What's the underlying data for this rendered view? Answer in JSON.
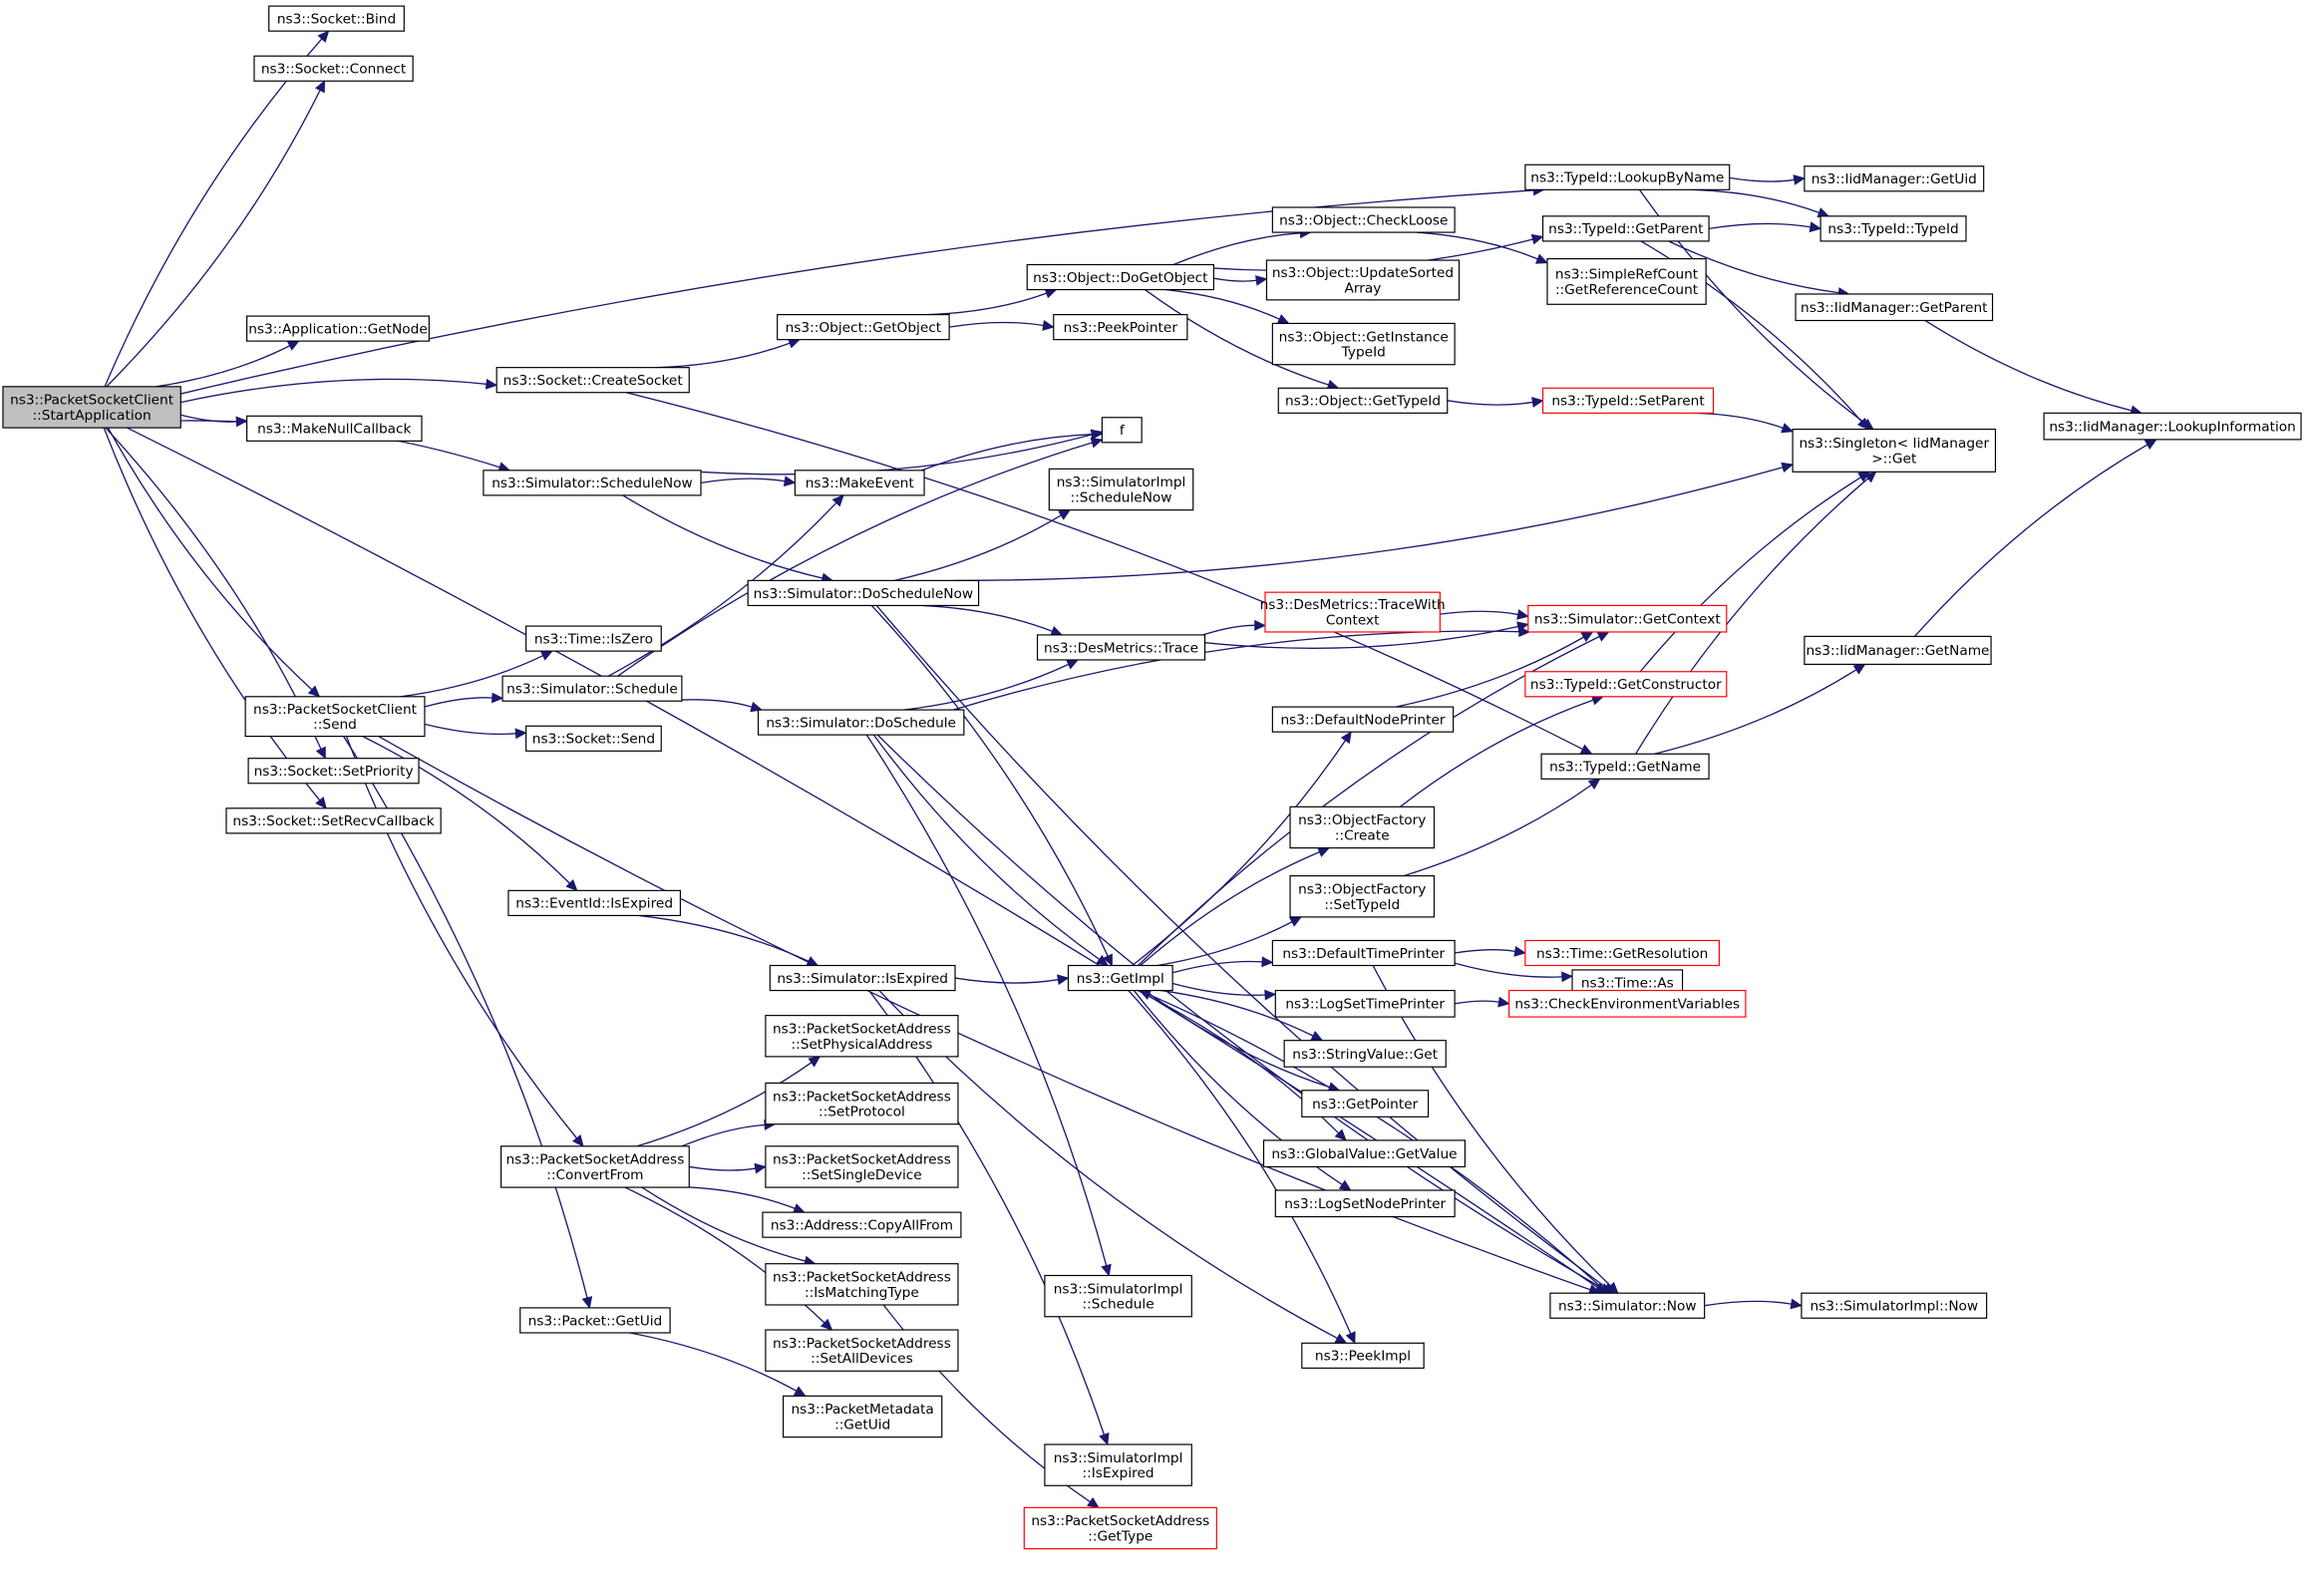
{
  "title": "Call graph of ns3::PacketSocketClient::StartApplication",
  "colors": {
    "edge": "#191970",
    "root_fill": "#bfbfbf",
    "border": "#000000",
    "truncated_border": "#ff0000"
  },
  "nodes": [
    {
      "id": "root",
      "lines": [
        "ns3::PacketSocketClient",
        "::StartApplication"
      ],
      "style": "root"
    },
    {
      "id": "bind",
      "lines": [
        "ns3::Socket::Bind"
      ]
    },
    {
      "id": "connect",
      "lines": [
        "ns3::Socket::Connect"
      ]
    },
    {
      "id": "getnode",
      "lines": [
        "ns3::Application::GetNode"
      ]
    },
    {
      "id": "makenull",
      "lines": [
        "ns3::MakeNullCallback"
      ]
    },
    {
      "id": "createsocket",
      "lines": [
        "ns3::Socket::CreateSocket"
      ]
    },
    {
      "id": "schednow",
      "lines": [
        "ns3::Simulator::ScheduleNow"
      ]
    },
    {
      "id": "makeevent",
      "lines": [
        "ns3::MakeEvent"
      ]
    },
    {
      "id": "f",
      "lines": [
        "f"
      ]
    },
    {
      "id": "getobject",
      "lines": [
        "ns3::Object::GetObject"
      ]
    },
    {
      "id": "peekpointer",
      "lines": [
        "ns3::PeekPointer"
      ]
    },
    {
      "id": "dogetobject",
      "lines": [
        "ns3::Object::DoGetObject"
      ]
    },
    {
      "id": "checkloose",
      "lines": [
        "ns3::Object::CheckLoose"
      ]
    },
    {
      "id": "updatesorted",
      "lines": [
        "ns3::Object::UpdateSorted",
        "Array"
      ]
    },
    {
      "id": "getinstancetypeid",
      "lines": [
        "ns3::Object::GetInstance",
        "TypeId"
      ]
    },
    {
      "id": "objgettypeid",
      "lines": [
        "ns3::Object::GetTypeId"
      ]
    },
    {
      "id": "setparent",
      "lines": [
        "ns3::TypeId::SetParent"
      ],
      "style": "red"
    },
    {
      "id": "lookupbyname",
      "lines": [
        "ns3::TypeId::LookupByName"
      ]
    },
    {
      "id": "tgetparent",
      "lines": [
        "ns3::TypeId::GetParent"
      ]
    },
    {
      "id": "refcount",
      "lines": [
        "ns3::SimpleRefCount",
        "::GetReferenceCount"
      ]
    },
    {
      "id": "iidgetuid",
      "lines": [
        "ns3::IidManager::GetUid"
      ]
    },
    {
      "id": "typeidctor",
      "lines": [
        "ns3::TypeId::TypeId"
      ]
    },
    {
      "id": "iidgetparent",
      "lines": [
        "ns3::IidManager::GetParent"
      ]
    },
    {
      "id": "singleton",
      "lines": [
        "ns3::Singleton< IidManager",
        "  >::Get"
      ]
    },
    {
      "id": "lookupinfo",
      "lines": [
        "ns3::IidManager::LookupInformation"
      ]
    },
    {
      "id": "implschednow",
      "lines": [
        "ns3::SimulatorImpl",
        "::ScheduleNow"
      ]
    },
    {
      "id": "doschednow",
      "lines": [
        "ns3::Simulator::DoScheduleNow"
      ]
    },
    {
      "id": "trace",
      "lines": [
        "ns3::DesMetrics::Trace"
      ]
    },
    {
      "id": "tracewith",
      "lines": [
        "ns3::DesMetrics::TraceWith",
        "Context"
      ],
      "style": "red"
    },
    {
      "id": "getcontext",
      "lines": [
        "ns3::Simulator::GetContext"
      ],
      "style": "red"
    },
    {
      "id": "getconstructor",
      "lines": [
        "ns3::TypeId::GetConstructor"
      ],
      "style": "red"
    },
    {
      "id": "defnodeprinter",
      "lines": [
        "ns3::DefaultNodePrinter"
      ]
    },
    {
      "id": "iidgetname",
      "lines": [
        "ns3::IidManager::GetName"
      ]
    },
    {
      "id": "tgetname",
      "lines": [
        "ns3::TypeId::GetName"
      ]
    },
    {
      "id": "iszero",
      "lines": [
        "ns3::Time::IsZero"
      ]
    },
    {
      "id": "schedule",
      "lines": [
        "ns3::Simulator::Schedule"
      ]
    },
    {
      "id": "send",
      "lines": [
        "ns3::PacketSocketClient",
        "::Send"
      ]
    },
    {
      "id": "socksend",
      "lines": [
        "ns3::Socket::Send"
      ]
    },
    {
      "id": "setpriority",
      "lines": [
        "ns3::Socket::SetPriority"
      ]
    },
    {
      "id": "setrecv",
      "lines": [
        "ns3::Socket::SetRecvCallback"
      ]
    },
    {
      "id": "doschedule",
      "lines": [
        "ns3::Simulator::DoSchedule"
      ]
    },
    {
      "id": "ofcreate",
      "lines": [
        "ns3::ObjectFactory",
        "::Create"
      ]
    },
    {
      "id": "ofsettypeid",
      "lines": [
        "ns3::ObjectFactory",
        "::SetTypeId"
      ]
    },
    {
      "id": "eventexpired",
      "lines": [
        "ns3::EventId::IsExpired"
      ]
    },
    {
      "id": "simexpired",
      "lines": [
        "ns3::Simulator::IsExpired"
      ]
    },
    {
      "id": "getimpl",
      "lines": [
        "ns3::GetImpl"
      ]
    },
    {
      "id": "deftimeprinter",
      "lines": [
        "ns3::DefaultTimePrinter"
      ]
    },
    {
      "id": "logsettime",
      "lines": [
        "ns3::LogSetTimePrinter"
      ]
    },
    {
      "id": "stringget",
      "lines": [
        "ns3::StringValue::Get"
      ]
    },
    {
      "id": "getpointer",
      "lines": [
        "ns3::GetPointer"
      ]
    },
    {
      "id": "globalget",
      "lines": [
        "ns3::GlobalValue::GetValue"
      ]
    },
    {
      "id": "logsetnode",
      "lines": [
        "ns3::LogSetNodePrinter"
      ]
    },
    {
      "id": "timeas",
      "lines": [
        "ns3::Time::As"
      ]
    },
    {
      "id": "getres",
      "lines": [
        "ns3::Time::GetResolution"
      ],
      "style": "red"
    },
    {
      "id": "checkenv",
      "lines": [
        "ns3::CheckEnvironmentVariables"
      ],
      "style": "red"
    },
    {
      "id": "setphys",
      "lines": [
        "ns3::PacketSocketAddress",
        "::SetPhysicalAddress"
      ]
    },
    {
      "id": "setproto",
      "lines": [
        "ns3::PacketSocketAddress",
        "::SetProtocol"
      ]
    },
    {
      "id": "convertfrom",
      "lines": [
        "ns3::PacketSocketAddress",
        "::ConvertFrom"
      ]
    },
    {
      "id": "setsingle",
      "lines": [
        "ns3::PacketSocketAddress",
        "::SetSingleDevice"
      ]
    },
    {
      "id": "copyall",
      "lines": [
        "ns3::Address::CopyAllFrom"
      ]
    },
    {
      "id": "ismatching",
      "lines": [
        "ns3::PacketSocketAddress",
        "::IsMatchingType"
      ]
    },
    {
      "id": "setalldev",
      "lines": [
        "ns3::PacketSocketAddress",
        "::SetAllDevices"
      ]
    },
    {
      "id": "pktgetuid",
      "lines": [
        "ns3::Packet::GetUid"
      ]
    },
    {
      "id": "metagetuid",
      "lines": [
        "ns3::PacketMetadata",
        "::GetUid"
      ]
    },
    {
      "id": "implschedule",
      "lines": [
        "ns3::SimulatorImpl",
        "::Schedule"
      ]
    },
    {
      "id": "simnow",
      "lines": [
        "ns3::Simulator::Now"
      ]
    },
    {
      "id": "implnow",
      "lines": [
        "ns3::SimulatorImpl::Now"
      ]
    },
    {
      "id": "peekimpl",
      "lines": [
        "ns3::PeekImpl"
      ]
    },
    {
      "id": "implexpired",
      "lines": [
        "ns3::SimulatorImpl",
        "::IsExpired"
      ]
    },
    {
      "id": "gettype",
      "lines": [
        "ns3::PacketSocketAddress",
        "::GetType"
      ],
      "style": "red"
    }
  ],
  "edges": [
    [
      "root",
      "bind"
    ],
    [
      "root",
      "connect"
    ],
    [
      "root",
      "lookupbyname"
    ],
    [
      "root",
      "getnode"
    ],
    [
      "root",
      "createsocket"
    ],
    [
      "root",
      "makenull"
    ],
    [
      "root",
      "schednow"
    ],
    [
      "root",
      "send"
    ],
    [
      "root",
      "setpriority"
    ],
    [
      "root",
      "setrecv"
    ],
    [
      "root",
      "simnow"
    ],
    [
      "createsocket",
      "getobject"
    ],
    [
      "createsocket",
      "tgetname"
    ],
    [
      "getobject",
      "dogetobject"
    ],
    [
      "getobject",
      "peekpointer"
    ],
    [
      "dogetobject",
      "tgetparent"
    ],
    [
      "dogetobject",
      "checkloose"
    ],
    [
      "dogetobject",
      "updatesorted"
    ],
    [
      "dogetobject",
      "getinstancetypeid"
    ],
    [
      "dogetobject",
      "objgettypeid"
    ],
    [
      "checkloose",
      "refcount"
    ],
    [
      "objgettypeid",
      "setparent"
    ],
    [
      "setparent",
      "singleton"
    ],
    [
      "lookupbyname",
      "iidgetuid"
    ],
    [
      "lookupbyname",
      "typeidctor"
    ],
    [
      "lookupbyname",
      "singleton"
    ],
    [
      "tgetparent",
      "typeidctor"
    ],
    [
      "tgetparent",
      "iidgetparent"
    ],
    [
      "tgetparent",
      "singleton"
    ],
    [
      "iidgetparent",
      "lookupinfo"
    ],
    [
      "iidgetname",
      "lookupinfo"
    ],
    [
      "schednow",
      "f"
    ],
    [
      "schednow",
      "makeevent"
    ],
    [
      "schednow",
      "doschednow"
    ],
    [
      "makeevent",
      "f"
    ],
    [
      "doschednow",
      "implschednow"
    ],
    [
      "doschednow",
      "trace"
    ],
    [
      "doschednow",
      "singleton"
    ],
    [
      "doschednow",
      "getimpl"
    ],
    [
      "doschednow",
      "simnow"
    ],
    [
      "trace",
      "tracewith"
    ],
    [
      "trace",
      "getcontext"
    ],
    [
      "tracewith",
      "getcontext"
    ],
    [
      "send",
      "iszero"
    ],
    [
      "send",
      "schedule"
    ],
    [
      "send",
      "socksend"
    ],
    [
      "send",
      "eventexpired"
    ],
    [
      "send",
      "convertfrom"
    ],
    [
      "send",
      "pktgetuid"
    ],
    [
      "send",
      "simnow"
    ],
    [
      "schedule",
      "f"
    ],
    [
      "schedule",
      "makeevent"
    ],
    [
      "schedule",
      "doschedule"
    ],
    [
      "doschedule",
      "trace"
    ],
    [
      "doschedule",
      "getcontext"
    ],
    [
      "doschedule",
      "getimpl"
    ],
    [
      "doschedule",
      "implschedule"
    ],
    [
      "doschedule",
      "simnow"
    ],
    [
      "eventexpired",
      "simexpired"
    ],
    [
      "simexpired",
      "getimpl"
    ],
    [
      "simexpired",
      "implexpired"
    ],
    [
      "simexpired",
      "peekimpl"
    ],
    [
      "getimpl",
      "getcontext"
    ],
    [
      "getimpl",
      "defnodeprinter"
    ],
    [
      "getimpl",
      "ofcreate"
    ],
    [
      "getimpl",
      "ofsettypeid"
    ],
    [
      "getimpl",
      "deftimeprinter"
    ],
    [
      "getimpl",
      "logsettime"
    ],
    [
      "getimpl",
      "stringget"
    ],
    [
      "getimpl",
      "getpointer"
    ],
    [
      "getimpl",
      "globalget"
    ],
    [
      "getimpl",
      "logsetnode"
    ],
    [
      "getimpl",
      "peekimpl"
    ],
    [
      "defnodeprinter",
      "getcontext"
    ],
    [
      "ofcreate",
      "getconstructor"
    ],
    [
      "ofsettypeid",
      "tgetname"
    ],
    [
      "getconstructor",
      "singleton"
    ],
    [
      "tgetname",
      "iidgetname"
    ],
    [
      "tgetname",
      "singleton"
    ],
    [
      "deftimeprinter",
      "timeas"
    ],
    [
      "deftimeprinter",
      "getres"
    ],
    [
      "deftimeprinter",
      "simnow"
    ],
    [
      "logsettime",
      "checkenv"
    ],
    [
      "simnow",
      "getimpl"
    ],
    [
      "simnow",
      "implnow"
    ],
    [
      "convertfrom",
      "setphys"
    ],
    [
      "convertfrom",
      "setproto"
    ],
    [
      "convertfrom",
      "setsingle"
    ],
    [
      "convertfrom",
      "copyall"
    ],
    [
      "convertfrom",
      "ismatching"
    ],
    [
      "convertfrom",
      "setalldev"
    ],
    [
      "ismatching",
      "gettype"
    ],
    [
      "pktgetuid",
      "metagetuid"
    ]
  ]
}
